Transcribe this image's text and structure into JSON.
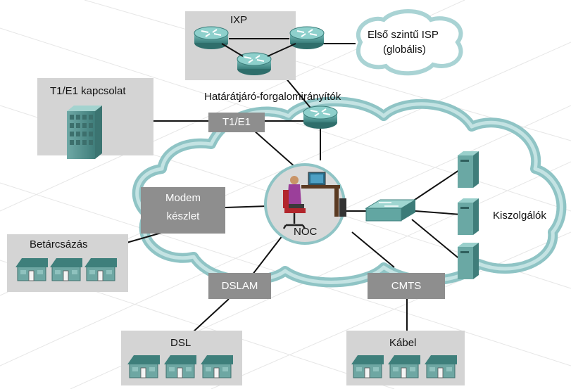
{
  "labels": {
    "ixp": "IXP",
    "isp_line1": "Első szintű ISP",
    "isp_line2": "(globális)",
    "border_routers": "Határátjáró-forgalomirányítók",
    "t1e1_connection": "T1/E1 kapcsolat",
    "t1e1": "T1/E1",
    "modem_line1": "Modem",
    "modem_line2": "készlet",
    "dialup": "Betárcsázás",
    "noc": "NOC",
    "servers": "Kiszolgálók",
    "dslam": "DSLAM",
    "cmts": "CMTS",
    "dsl": "DSL",
    "cable": "Kábel"
  },
  "colors": {
    "cloud": "#a9d3d4",
    "cloud_edge": "#7fb4b6",
    "grey_panel": "#d4d4d4",
    "dark_plate": "#8e8e8e",
    "teal_device": "#4f9c99",
    "line": "#111111"
  }
}
